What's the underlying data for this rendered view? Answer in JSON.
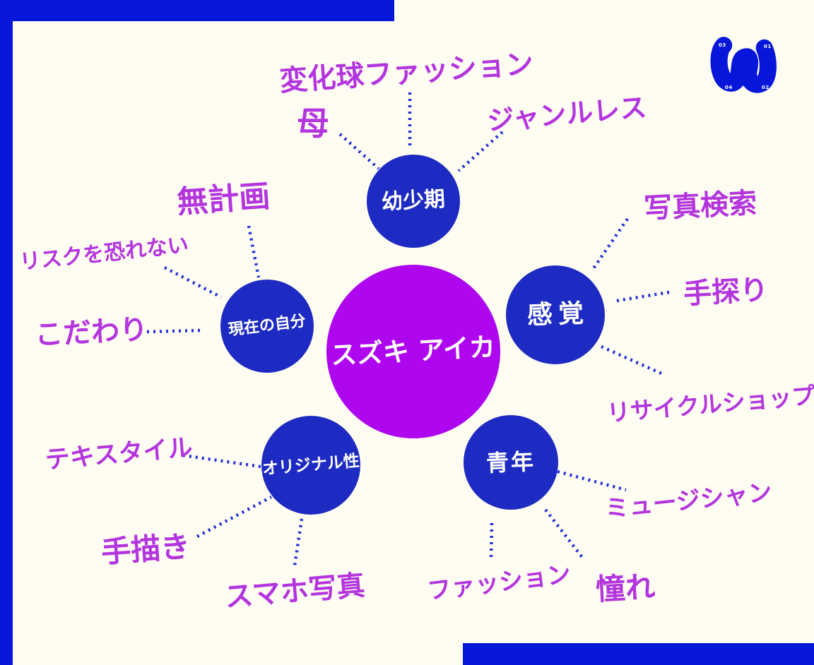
{
  "colors": {
    "accent_blue": "#0617d9",
    "node_blue": "#1d2bc2",
    "connector_blue": "#2133d8",
    "center_purple": "#ae06ee",
    "label_purple": "#b335de",
    "paper": "#fffdf1"
  },
  "logo": {
    "corners": {
      "top_left": "03",
      "top_right": "01",
      "bottom_left": "04",
      "bottom_right": "02"
    }
  },
  "center": {
    "label": "スズキ アイカ"
  },
  "branches": [
    {
      "key": "childhood",
      "label": "幼少期",
      "children": [
        "変化球ファッション",
        "母",
        "ジャンルレス"
      ]
    },
    {
      "key": "sense",
      "label": "感覚",
      "children": [
        "写真検索",
        "手探り",
        "リサイクルショップ"
      ]
    },
    {
      "key": "current-self",
      "label": "現在の自分",
      "children": [
        "無計画",
        "リスクを恐れない",
        "こだわり"
      ]
    },
    {
      "key": "originality",
      "label": "オリジナル性",
      "children": [
        "テキスタイル",
        "手描き",
        "スマホ写真"
      ]
    },
    {
      "key": "youth",
      "label": "青年",
      "children": [
        "ミュージシャン",
        "ファッション",
        "憧れ"
      ]
    }
  ]
}
